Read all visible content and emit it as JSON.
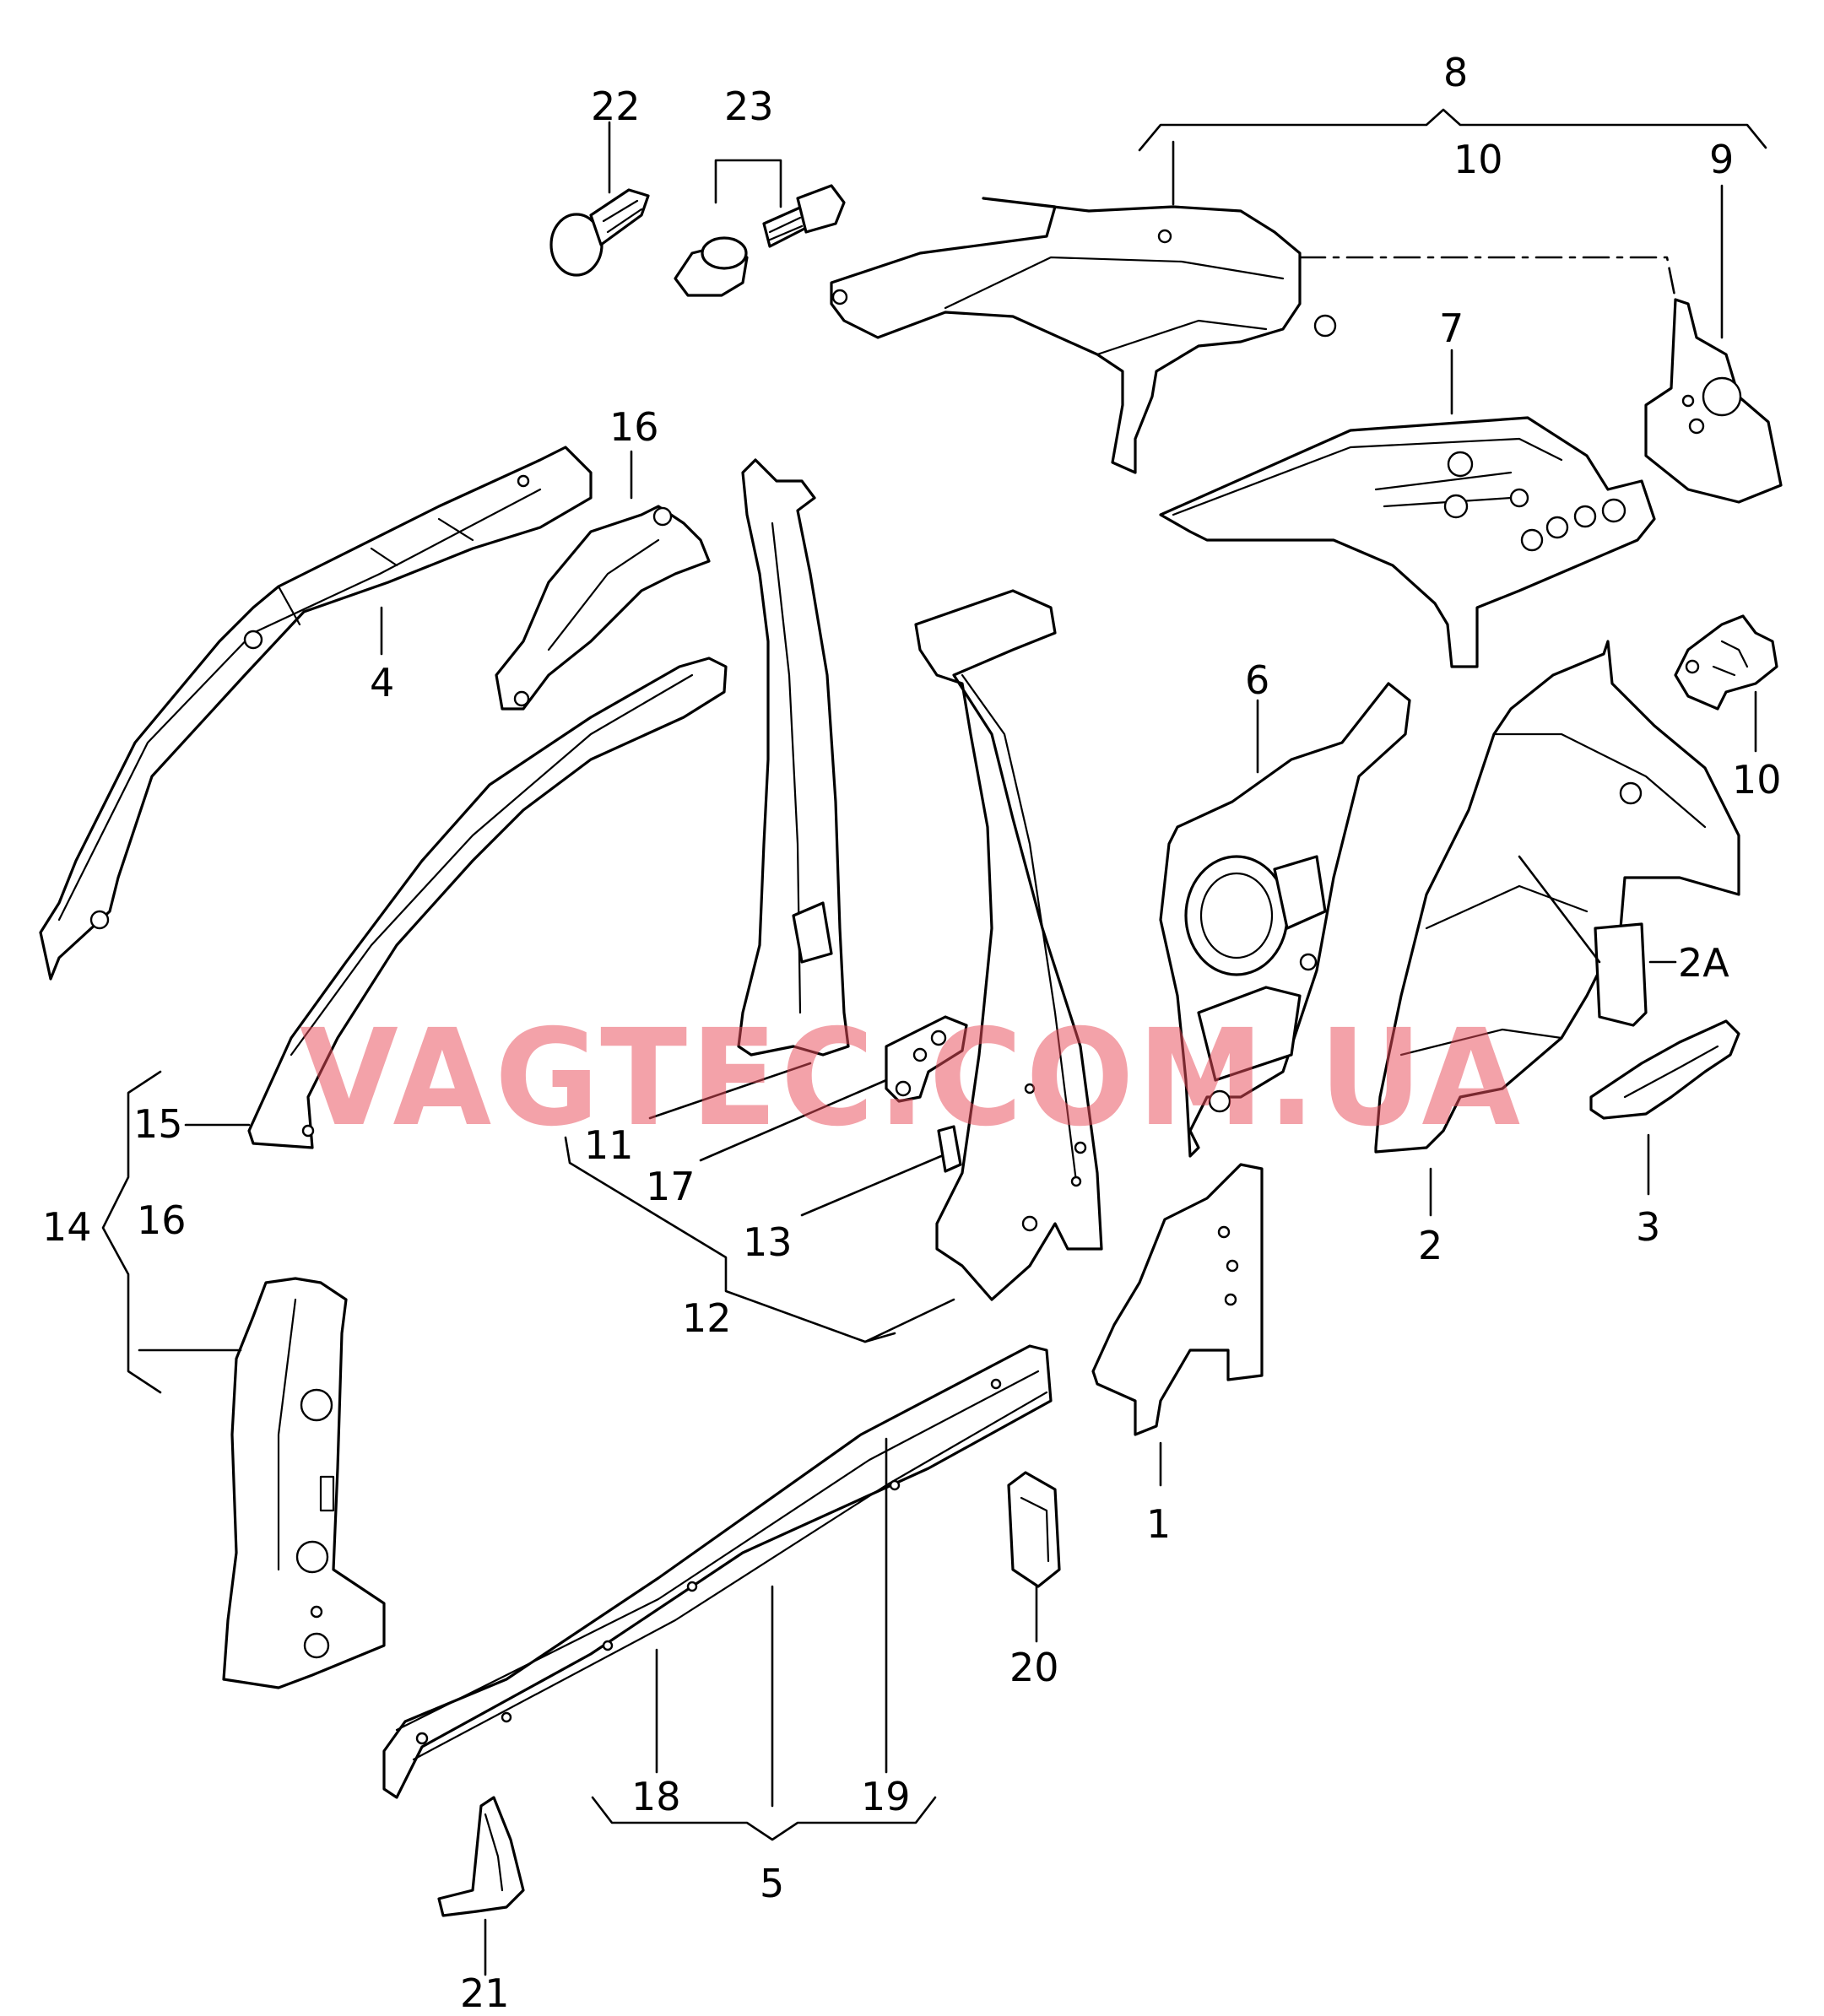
{
  "watermark": "VAGTEC.COM.UA",
  "labels": {
    "l1": "1",
    "l2": "2",
    "l2a": "2A",
    "l3": "3",
    "l4": "4",
    "l5": "5",
    "l6": "6",
    "l7": "7",
    "l8": "8",
    "l9": "9",
    "l10_top": "10",
    "l10_right": "10",
    "l11": "11",
    "l12": "12",
    "l13": "13",
    "l14": "14",
    "l15": "15",
    "l16_top": "16",
    "l16_left": "16",
    "l17": "17",
    "l18": "18",
    "l19": "19",
    "l20": "20",
    "l21": "21",
    "l22": "22",
    "l23": "23"
  }
}
